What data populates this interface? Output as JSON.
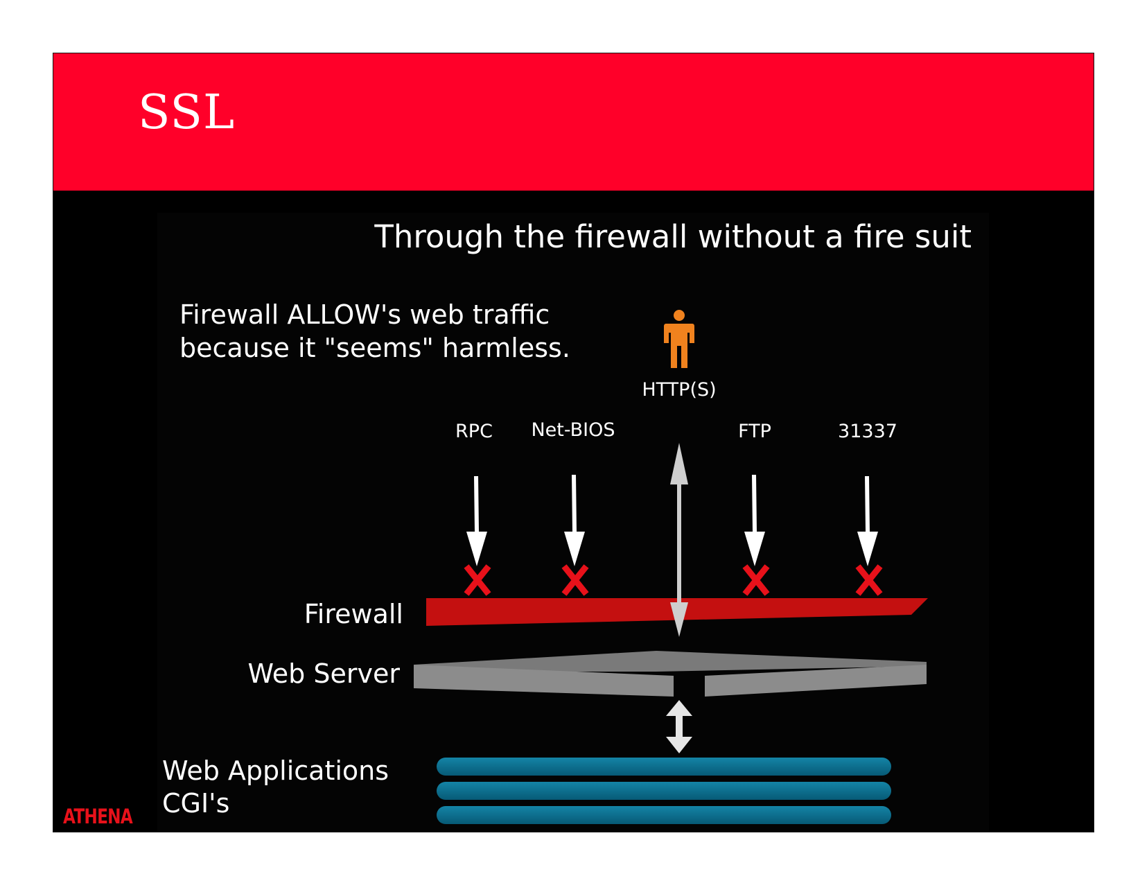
{
  "slide": {
    "title": "SSL",
    "logo": "ATHENA"
  },
  "diagram": {
    "heading": "Through the firewall without a fire suit",
    "note_line1": "Firewall ALLOW's web traffic",
    "note_line2": "because it \"seems\" harmless.",
    "allowed_protocol": "HTTP(S)",
    "blocked_protocols": [
      "RPC",
      "Net-BIOS",
      "FTP",
      "31337"
    ],
    "layer_labels": {
      "firewall": "Firewall",
      "web_server": "Web Server",
      "web_apps_line1": "Web Applications",
      "web_apps_line2": "CGI's"
    }
  },
  "colors": {
    "header": "#ff0029",
    "firewall": "#c41010",
    "web_server": "#8c8c8c",
    "web_apps": "#0a6e8e",
    "person": "#f0821e",
    "blocked_x": "#e8111a"
  },
  "icons": [
    "person-icon",
    "down-arrow-icon",
    "blocked-x-icon",
    "double-arrow-icon"
  ]
}
